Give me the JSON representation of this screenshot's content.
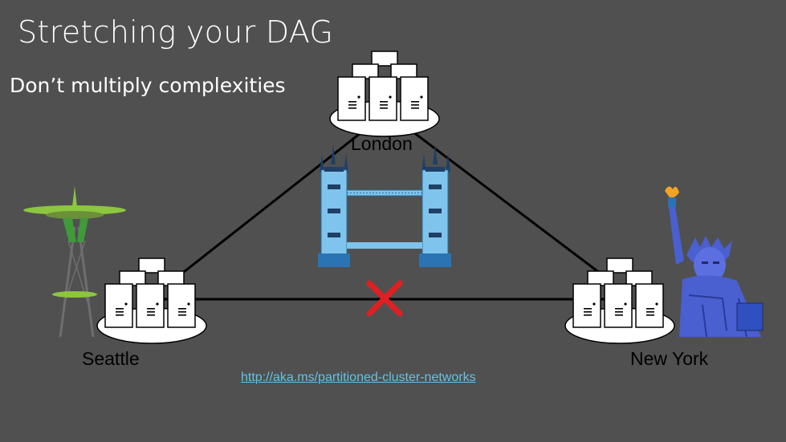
{
  "slide": {
    "title": "Stretching your DAG",
    "subtitle": "Don’t multiply complexities"
  },
  "sites": {
    "london": "London",
    "seattle": "Seattle",
    "new_york": "New York"
  },
  "link": {
    "text": "http://aka.ms/partitioned-cluster-networks"
  },
  "colors": {
    "background": "#505050",
    "link": "#5fc3f0",
    "broken_marker": "#e02020",
    "bridge": "#7fc4ec",
    "statue": "#4a5fd0",
    "needle_top": "#8dc63f"
  },
  "icons": [
    "server-cluster-icon",
    "tower-bridge-icon",
    "space-needle-icon",
    "statue-of-liberty-icon",
    "broken-link-x-icon"
  ]
}
